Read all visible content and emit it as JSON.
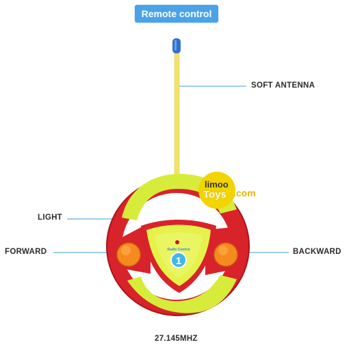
{
  "header": {
    "title": "Remote control"
  },
  "callouts": {
    "antenna": "SOFT ANTENNA",
    "light": "LIGHT",
    "forward": "FORWARD",
    "backward": "BACKWARD"
  },
  "frequency": "27.145MHZ",
  "brand": {
    "line1": "limoo",
    "line2": "Toys",
    "suffix": ".com"
  },
  "center_panel": {
    "text": "Radio Control",
    "number": "1"
  },
  "colors": {
    "title_bg": "#4aa3e8",
    "wheel_red": "#d8232a",
    "wheel_yellow": "#d7ec3a",
    "button_orange": "#f58a1f",
    "antenna_yellow": "#f3e36a",
    "antenna_tip": "#2f6fd1",
    "brand_yellow": "#f2d400",
    "leader_line": "#3a9bd9"
  }
}
